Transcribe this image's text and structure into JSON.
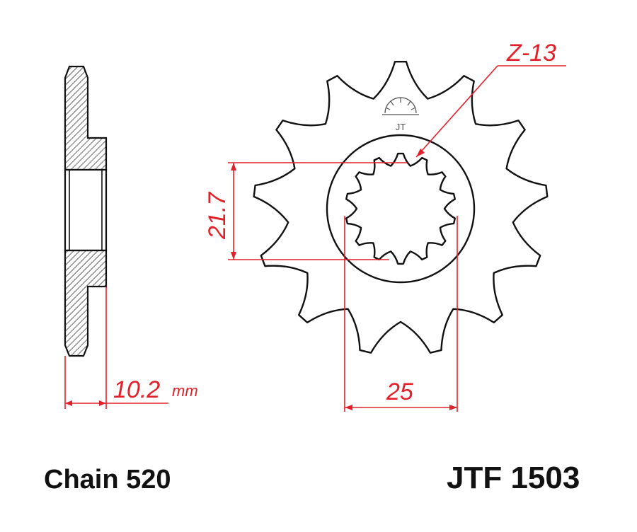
{
  "drawing": {
    "tooth_count_label": "Z-13",
    "dimension_height": "21.7",
    "dimension_width": "25",
    "dimension_thickness": "10.2",
    "thickness_unit": "mm",
    "chain_label": "Chain 520",
    "part_number": "JTF 1503",
    "logo_mark": "JT"
  },
  "colors": {
    "dimension_red": "#e3202a",
    "outline_black": "#111111",
    "background": "#ffffff"
  },
  "specs": {
    "teeth": 13,
    "spline_teeth": 14
  }
}
